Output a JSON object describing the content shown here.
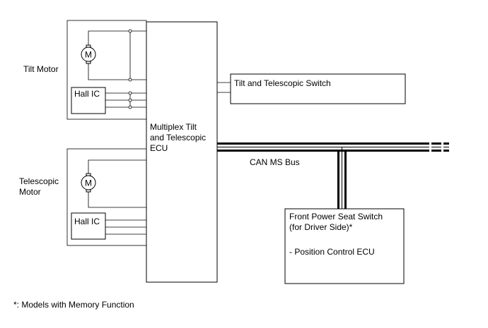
{
  "diagram": {
    "labels": {
      "tilt_motor": "Tilt Motor",
      "telescopic_motor_1": "Telescopic",
      "telescopic_motor_2": "Motor",
      "hall_ic_tilt": "Hall IC",
      "hall_ic_telescopic": "Hall IC",
      "motor_symbol_tilt": "M",
      "motor_symbol_telescopic": "M",
      "ecu_line1": "Multiplex Tilt",
      "ecu_line2": "and Telescopic",
      "ecu_line3": "ECU",
      "switch": "Tilt and Telescopic Switch",
      "can_bus": "CAN MS Bus",
      "seat_line1": "Front Power Seat Switch",
      "seat_line2": "(for Driver Side)*",
      "seat_line3": "- Position Control ECU",
      "footnote": "*: Models with Memory Function"
    }
  }
}
